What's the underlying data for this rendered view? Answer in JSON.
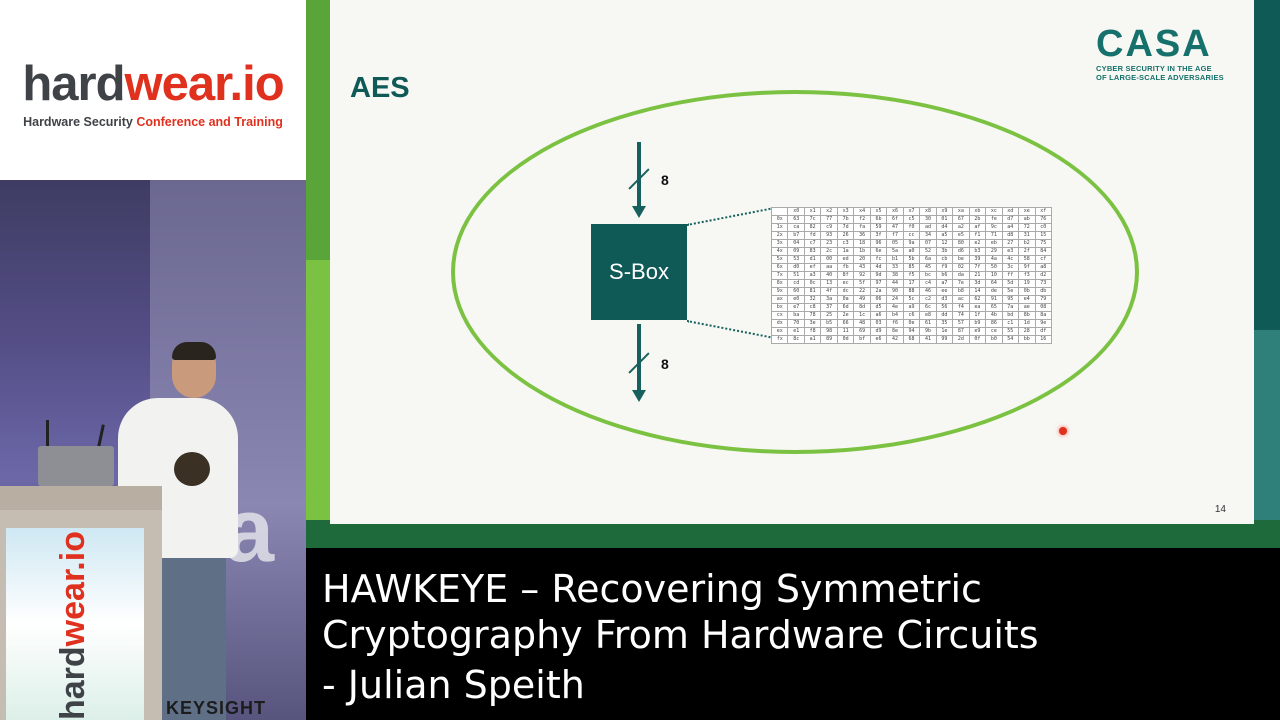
{
  "logo": {
    "part1": "hard",
    "part2": "wear.io",
    "tagline_a": "Hardware Security ",
    "tagline_b": "Conference and Training"
  },
  "camera": {
    "podium_text_a": "hard",
    "podium_text_b": "wear.io",
    "sponsor": "KEYSIGHT"
  },
  "slide": {
    "title": "AES",
    "casa_logo": "CASA",
    "casa_sub_1": "CYBER SECURITY IN THE AGE",
    "casa_sub_2": "OF LARGE-SCALE ADVERSARIES",
    "sbox_label": "S-Box",
    "input_bits": "8",
    "output_bits": "8",
    "page_number": "14",
    "table_header": [
      "",
      "x0",
      "x1",
      "x2",
      "x3",
      "x4",
      "x5",
      "x6",
      "x7",
      "x8",
      "x9",
      "xa",
      "xb",
      "xc",
      "xd",
      "xe",
      "xf"
    ],
    "table_rows": [
      [
        "0x",
        "63",
        "7c",
        "77",
        "7b",
        "f2",
        "6b",
        "6f",
        "c5",
        "30",
        "01",
        "67",
        "2b",
        "fe",
        "d7",
        "ab",
        "76"
      ],
      [
        "1x",
        "ca",
        "82",
        "c9",
        "7d",
        "fa",
        "59",
        "47",
        "f0",
        "ad",
        "d4",
        "a2",
        "af",
        "9c",
        "a4",
        "72",
        "c0"
      ],
      [
        "2x",
        "b7",
        "fd",
        "93",
        "26",
        "36",
        "3f",
        "f7",
        "cc",
        "34",
        "a5",
        "e5",
        "f1",
        "71",
        "d8",
        "31",
        "15"
      ],
      [
        "3x",
        "04",
        "c7",
        "23",
        "c3",
        "18",
        "96",
        "05",
        "9a",
        "07",
        "12",
        "80",
        "e2",
        "eb",
        "27",
        "b2",
        "75"
      ],
      [
        "4x",
        "09",
        "83",
        "2c",
        "1a",
        "1b",
        "6e",
        "5a",
        "a0",
        "52",
        "3b",
        "d6",
        "b3",
        "29",
        "e3",
        "2f",
        "84"
      ],
      [
        "5x",
        "53",
        "d1",
        "00",
        "ed",
        "20",
        "fc",
        "b1",
        "5b",
        "6a",
        "cb",
        "be",
        "39",
        "4a",
        "4c",
        "58",
        "cf"
      ],
      [
        "6x",
        "d0",
        "ef",
        "aa",
        "fb",
        "43",
        "4d",
        "33",
        "85",
        "45",
        "f9",
        "02",
        "7f",
        "50",
        "3c",
        "9f",
        "a8"
      ],
      [
        "7x",
        "51",
        "a3",
        "40",
        "8f",
        "92",
        "9d",
        "38",
        "f5",
        "bc",
        "b6",
        "da",
        "21",
        "10",
        "ff",
        "f3",
        "d2"
      ],
      [
        "8x",
        "cd",
        "0c",
        "13",
        "ec",
        "5f",
        "97",
        "44",
        "17",
        "c4",
        "a7",
        "7e",
        "3d",
        "64",
        "5d",
        "19",
        "73"
      ],
      [
        "9x",
        "60",
        "81",
        "4f",
        "dc",
        "22",
        "2a",
        "90",
        "88",
        "46",
        "ee",
        "b8",
        "14",
        "de",
        "5e",
        "0b",
        "db"
      ],
      [
        "ax",
        "e0",
        "32",
        "3a",
        "0a",
        "49",
        "06",
        "24",
        "5c",
        "c2",
        "d3",
        "ac",
        "62",
        "91",
        "95",
        "e4",
        "79"
      ],
      [
        "bx",
        "e7",
        "c8",
        "37",
        "6d",
        "8d",
        "d5",
        "4e",
        "a9",
        "6c",
        "56",
        "f4",
        "ea",
        "65",
        "7a",
        "ae",
        "08"
      ],
      [
        "cx",
        "ba",
        "78",
        "25",
        "2e",
        "1c",
        "a6",
        "b4",
        "c6",
        "e8",
        "dd",
        "74",
        "1f",
        "4b",
        "bd",
        "8b",
        "8a"
      ],
      [
        "dx",
        "70",
        "3e",
        "b5",
        "66",
        "48",
        "03",
        "f6",
        "0e",
        "61",
        "35",
        "57",
        "b9",
        "86",
        "c1",
        "1d",
        "9e"
      ],
      [
        "ex",
        "e1",
        "f8",
        "98",
        "11",
        "69",
        "d9",
        "8e",
        "94",
        "9b",
        "1e",
        "87",
        "e9",
        "ce",
        "55",
        "28",
        "df"
      ],
      [
        "fx",
        "8c",
        "a1",
        "89",
        "0d",
        "bf",
        "e6",
        "42",
        "68",
        "41",
        "99",
        "2d",
        "0f",
        "b0",
        "54",
        "bb",
        "16"
      ]
    ]
  },
  "caption": {
    "line1": "HAWKEYE – Recovering Symmetric",
    "line2": "Cryptography From Hardware Circuits",
    "line3": " - Julian Speith"
  }
}
